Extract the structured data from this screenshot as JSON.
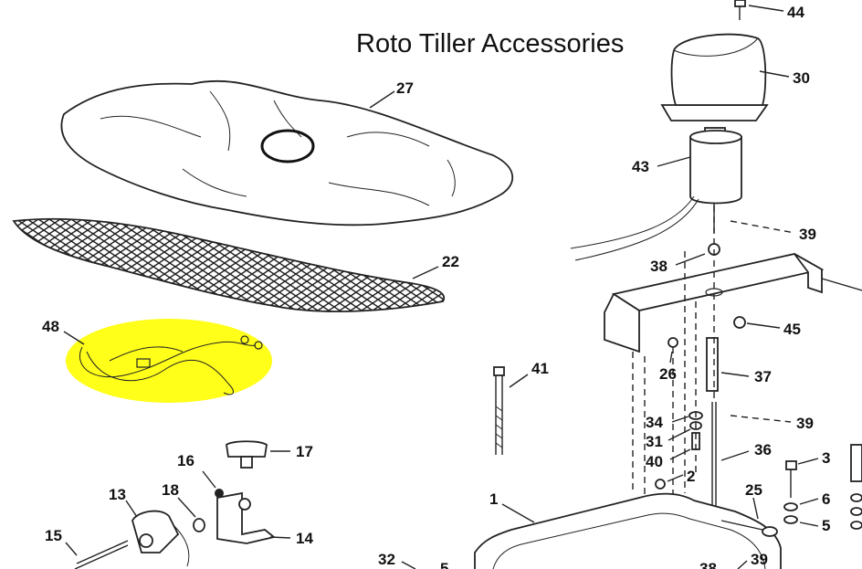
{
  "title": "Roto Tiller Accessories",
  "highlight_color": "#ffff1a",
  "parts": {
    "p44": "44",
    "p30": "30",
    "p27": "27",
    "p43": "43",
    "p39a": "39",
    "p38a": "38",
    "p22": "22",
    "p45": "45",
    "p48": "48",
    "p41": "41",
    "p26": "26",
    "p37": "37",
    "p34": "34",
    "p39b": "39",
    "p31": "31",
    "p40": "40",
    "p36": "36",
    "p16": "16",
    "p17": "17",
    "p3": "3",
    "p13": "13",
    "p18": "18",
    "p2": "2",
    "p6": "6",
    "p1": "1",
    "p25": "25",
    "p5a": "5",
    "p15": "15",
    "p14": "14",
    "p32": "32",
    "p5b": "5",
    "p38b": "38",
    "p39c": "39"
  }
}
